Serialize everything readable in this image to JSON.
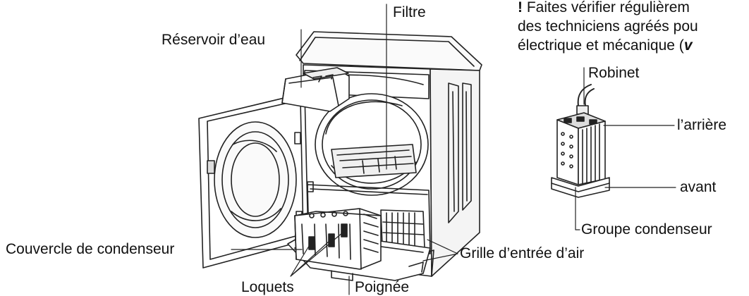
{
  "note": {
    "mark": "!",
    "line1": " Faites vérifier régulièrem",
    "line2": "des techniciens agréés pou",
    "line3_text": "électrique et mécanique (",
    "line3_em": "v"
  },
  "labels": {
    "filtre": "Filtre",
    "reservoir": "Réservoir d’eau",
    "couvercle": "Couvercle de condenseur",
    "loquets": "Loquets",
    "poignee": "Poignée",
    "grille": "Grille d’entrée d’air",
    "robinet": "Robinet",
    "arriere": "l’arrière",
    "avant": "avant",
    "groupe": "Groupe condenseur"
  }
}
